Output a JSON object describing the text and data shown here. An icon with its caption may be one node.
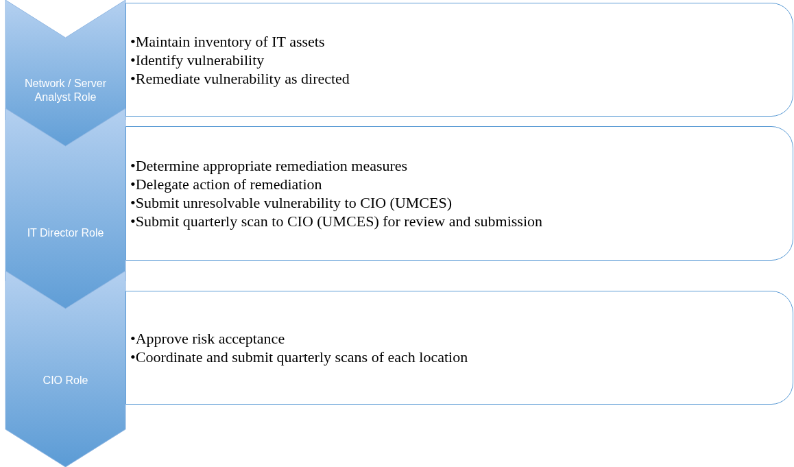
{
  "diagram": {
    "nodes": [
      {
        "text": [
          "Network / Server Analyst Role"
        ]
      },
      {
        "text": [
          "•Maintain inventory of IT assets",
          "•Identify vulnerability",
          "•Remediate vulnerability as directed"
        ]
      },
      {
        "text": [
          "IT Director Role"
        ]
      },
      {
        "text": [
          "•Determine appropriate remediation measures",
          "•Delegate action of remediation",
          "•Submit unresolvable vulnerability to CIO (UMCES)",
          "•Submit quarterly scan to CIO (UMCES) for review and submission"
        ]
      },
      {
        "text": [
          "CIO Role"
        ]
      },
      {
        "text": [
          "•Approve risk acceptance",
          "•Coordinate and submit quarterly scans of each location"
        ]
      }
    ]
  }
}
